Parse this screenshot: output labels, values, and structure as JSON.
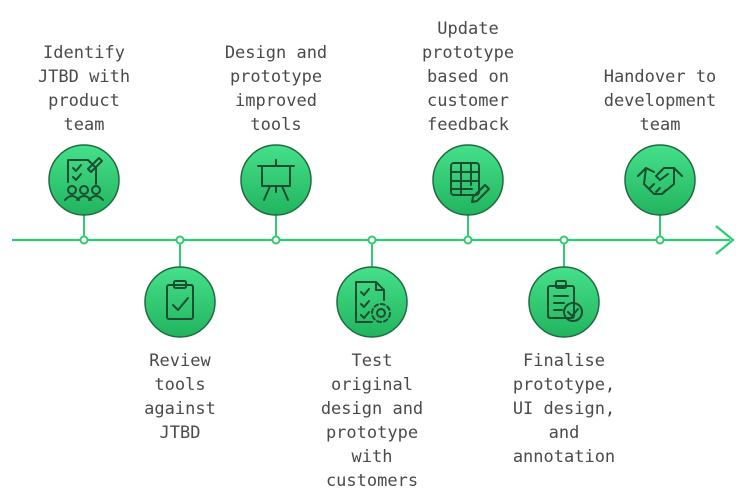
{
  "colors": {
    "line": "#2ecc71",
    "circle_fill": "#32c870",
    "circle_stroke": "#1d6b3f",
    "icon_stroke": "#1d4d30",
    "text": "#4a4a4a"
  },
  "steps": [
    {
      "label": "Identify\nJTBD with\nproduct\nteam",
      "icon": "checklist-team-icon",
      "position": "above"
    },
    {
      "label": "Review\ntools\nagainst\nJTBD",
      "icon": "clipboard-check-icon",
      "position": "below"
    },
    {
      "label": "Design and\nprototype\nimproved\ntools",
      "icon": "easel-icon",
      "position": "above"
    },
    {
      "label": "Test\noriginal\ndesign and\nprototype\nwith\ncustomers",
      "icon": "document-gear-icon",
      "position": "below"
    },
    {
      "label": "Update\nprototype\nbased on\ncustomer\nfeedback",
      "icon": "table-edit-icon",
      "position": "above"
    },
    {
      "label": "Finalise\nprototype,\nUI design,\nand\nannotation",
      "icon": "clipboard-approved-icon",
      "position": "below"
    },
    {
      "label": "Handover to\ndevelopment\nteam",
      "icon": "handshake-icon",
      "position": "above"
    }
  ]
}
